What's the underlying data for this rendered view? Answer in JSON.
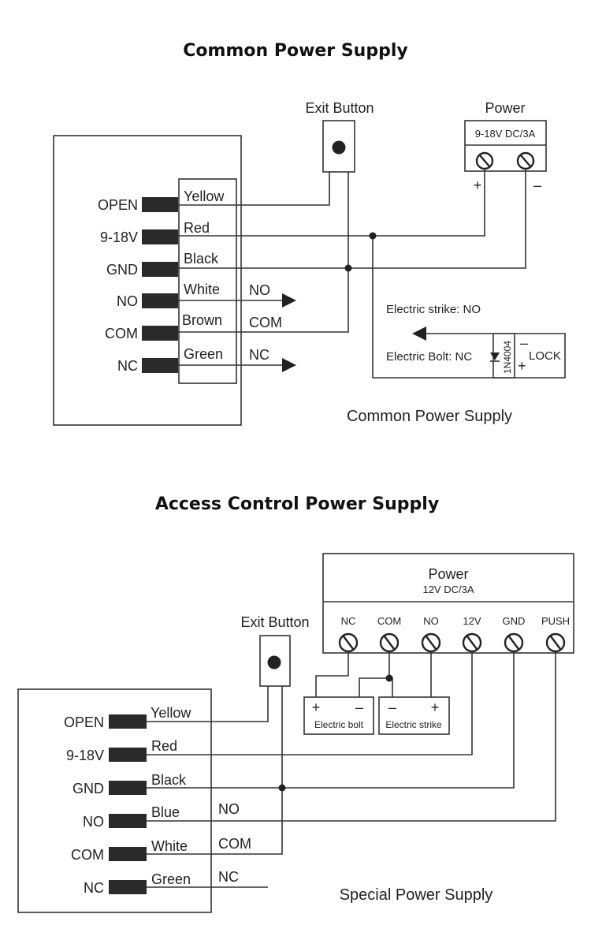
{
  "top": {
    "title": "Common Power Supply",
    "exit_button": "Exit Button",
    "power": {
      "label": "Power",
      "rating": "9-18V DC/3A",
      "plus": "+",
      "minus": "–"
    },
    "terminals": [
      {
        "name": "OPEN",
        "wire": "Yellow"
      },
      {
        "name": "9-18V",
        "wire": "Red"
      },
      {
        "name": "GND",
        "wire": "Black"
      },
      {
        "name": "NO",
        "wire": "White"
      },
      {
        "name": "COM",
        "wire": "Brown"
      },
      {
        "name": "NC",
        "wire": "Green"
      }
    ],
    "out_no": "NO",
    "out_com": "COM",
    "out_nc": "NC",
    "strike_no": "Electric strike: NO",
    "bolt_nc": "Electric Bolt: NC",
    "diode": "1N4004",
    "lock": "LOCK",
    "lock_minus": "–",
    "lock_plus": "+",
    "caption": "Common Power Supply"
  },
  "bottom": {
    "title": "Access Control Power Supply",
    "exit_button": "Exit Button",
    "power": {
      "label": "Power",
      "rating": "12V  DC/3A",
      "terminals": [
        "NC",
        "COM",
        "NO",
        "12V",
        "GND",
        "PUSH"
      ]
    },
    "bolt": {
      "label": "Electric bolt",
      "plus": "+",
      "minus": "–"
    },
    "strike": {
      "label": "Electric strike",
      "plus": "+",
      "minus": "–"
    },
    "terminals": [
      {
        "name": "OPEN",
        "wire": "Yellow"
      },
      {
        "name": "9-18V",
        "wire": "Red"
      },
      {
        "name": "GND",
        "wire": "Black"
      },
      {
        "name": "NO",
        "wire": "Blue"
      },
      {
        "name": "COM",
        "wire": "White"
      },
      {
        "name": "NC",
        "wire": "Green"
      }
    ],
    "out_no": "NO",
    "out_com": "COM",
    "out_nc": "NC",
    "caption": "Special Power Supply"
  }
}
